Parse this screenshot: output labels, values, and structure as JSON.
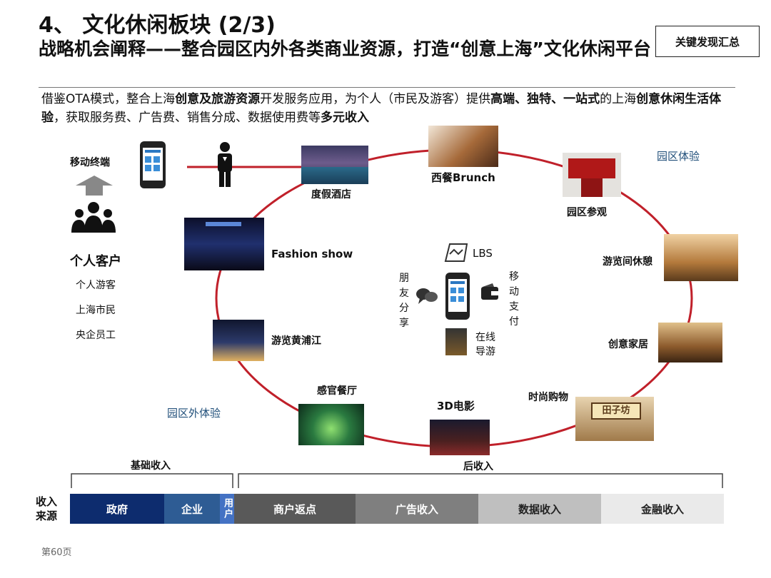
{
  "header": {
    "title": "4、 文化休闲板块 (2/3)",
    "subtitle": "战略机会阐释——整合园区内外各类商业资源，打造“创意上海”文化休闲平台",
    "key_findings_button": "关键发现汇总"
  },
  "intro": {
    "p1": "借鉴OTA模式，整合上海",
    "b1": "创意及旅游资源",
    "p2": "开发服务应用，为个人（市民及游客）提供",
    "b2": "高端、独特、一站式",
    "p3": "的上海",
    "b3": "创意休闲生活体验",
    "p4": "，获取服务费、广告费、销售分成、数据使用费等",
    "b4": "多元收入"
  },
  "left_panel": {
    "mobile_label": "移动终端",
    "customer_title": "个人客户",
    "customer_types": [
      "个人游客",
      "上海市民",
      "央企员工"
    ]
  },
  "zones": {
    "inside": "园区体验",
    "outside": "园区外体验"
  },
  "nodes": {
    "resort_hotel": "度假酒店",
    "brunch": "西餐Brunch",
    "park_visit": "园区参观",
    "fashion_show": "Fashion show",
    "lounge": "游览间休憩",
    "huangpu": "游览黄浦江",
    "creative_home": "创意家居",
    "sensory_restaurant": "感官餐厅",
    "movie_3d": "3D电影",
    "fashion_shopping": "时尚购物",
    "tianzifang": "田子坊"
  },
  "center": {
    "lbs": "LBS",
    "friends_share": "朋友分享",
    "mobile_pay": "移动支付",
    "online_guide_1": "在线",
    "online_guide_2": "导游"
  },
  "revenue": {
    "row_label_1": "收入",
    "row_label_2": "来源",
    "base_label": "基础收入",
    "post_label": "后收入",
    "segments": [
      {
        "label": "政府",
        "color": "#0d2c6e"
      },
      {
        "label": "企业",
        "color": "#2e5c94"
      },
      {
        "label": "用户",
        "color": "#4472c4"
      },
      {
        "label": "商户返点",
        "color": "#595959"
      },
      {
        "label": "广告收入",
        "color": "#7f7f7f"
      },
      {
        "label": "数据收入",
        "color": "#bfbfbf"
      },
      {
        "label": "金融收入",
        "color": "#e8e8e8"
      }
    ]
  },
  "footer": {
    "page": "第60页"
  }
}
